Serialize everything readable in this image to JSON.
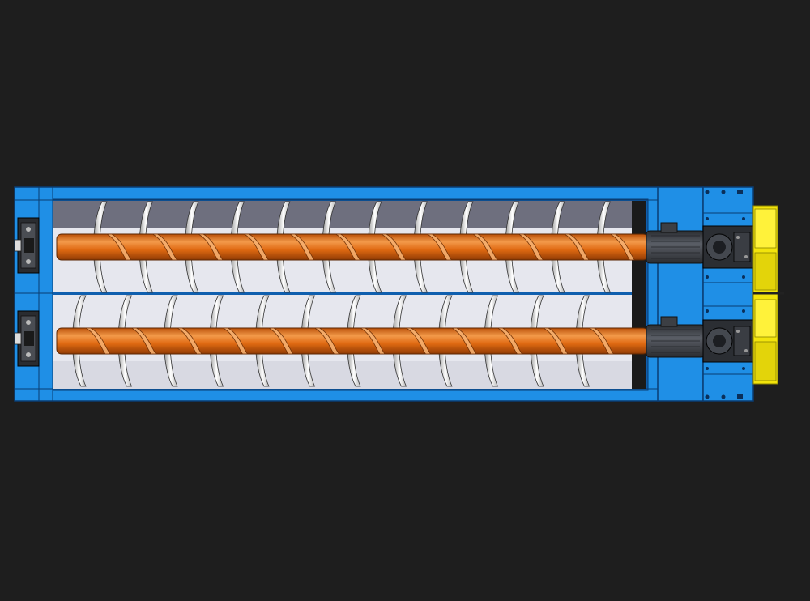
{
  "colors": {
    "background": "#1e1e1e",
    "frame_blue": "#1f8fe6",
    "frame_blue_dark": "#0f5fae",
    "trough_top": "#6e6f7e",
    "trough_light": "#e6e7ee",
    "shaft_orange": "#e06a12",
    "shaft_orange_light": "#f39a4a",
    "flight_white": "#f4f4f4",
    "motor_dark": "#3c3f44",
    "gearbox_yellow": "#f2e40c"
  },
  "components": [
    {
      "id": "screw-conveyor-upper",
      "icon": "auger-screw"
    },
    {
      "id": "screw-conveyor-lower",
      "icon": "auger-screw"
    },
    {
      "id": "motor-upper",
      "icon": "electric-motor"
    },
    {
      "id": "motor-lower",
      "icon": "electric-motor"
    },
    {
      "id": "bearing-left-upper",
      "icon": "bearing-block"
    },
    {
      "id": "bearing-left-lower",
      "icon": "bearing-block"
    },
    {
      "id": "gearbox",
      "icon": "gearbox"
    }
  ]
}
